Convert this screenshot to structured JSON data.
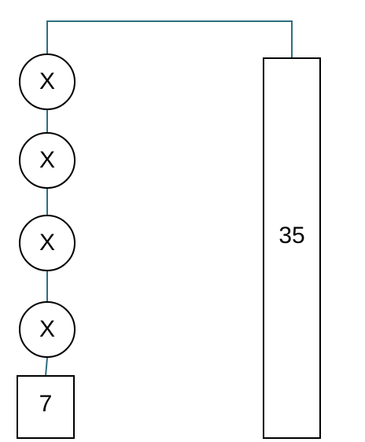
{
  "diagram": {
    "nodes": [
      {
        "label": "X"
      },
      {
        "label": "X"
      },
      {
        "label": "X"
      },
      {
        "label": "X"
      }
    ],
    "small_box": {
      "label": "7"
    },
    "tall_box": {
      "label": "35"
    },
    "colors": {
      "connector": "#2f6f7f",
      "outline": "#000000",
      "background": "#ffffff"
    }
  }
}
